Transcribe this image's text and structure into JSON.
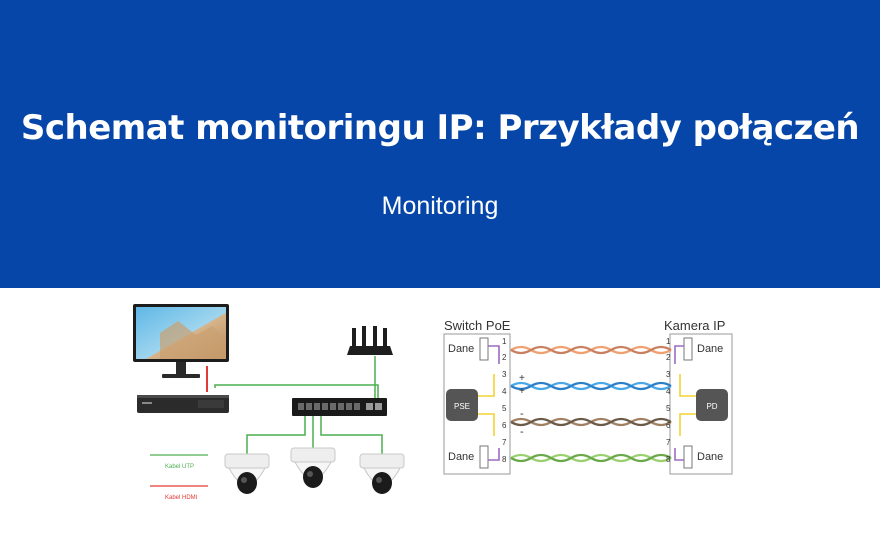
{
  "header": {
    "title": "Schemat monitoringu IP: Przykłady połączeń",
    "category": "Monitoring"
  },
  "network_diagram": {
    "legend": {
      "utp": "Kabel UTP",
      "hdmi": "Kabel HDMI"
    },
    "colors": {
      "utp": "#4caf50",
      "hdmi": "#e53935"
    }
  },
  "poe_diagram": {
    "left_title": "Switch PoE",
    "right_title": "Kamera IP",
    "data_label": "Dane",
    "pse_label": "PSE",
    "pd_label": "PD",
    "plus": "+",
    "minus": "-",
    "left_pins": [
      "1",
      "2",
      "3",
      "4",
      "5",
      "6",
      "7",
      "8"
    ],
    "right_pins": [
      "1",
      "2",
      "3",
      "4",
      "5",
      "6",
      "7",
      "8"
    ]
  },
  "colors": {
    "banner": "#0546a8",
    "pair_orange": "#f0a070",
    "pair_blue": "#4aa8e8",
    "pair_brown": "#a08060",
    "pair_green": "#9ad070",
    "pse_box": "#555555"
  }
}
